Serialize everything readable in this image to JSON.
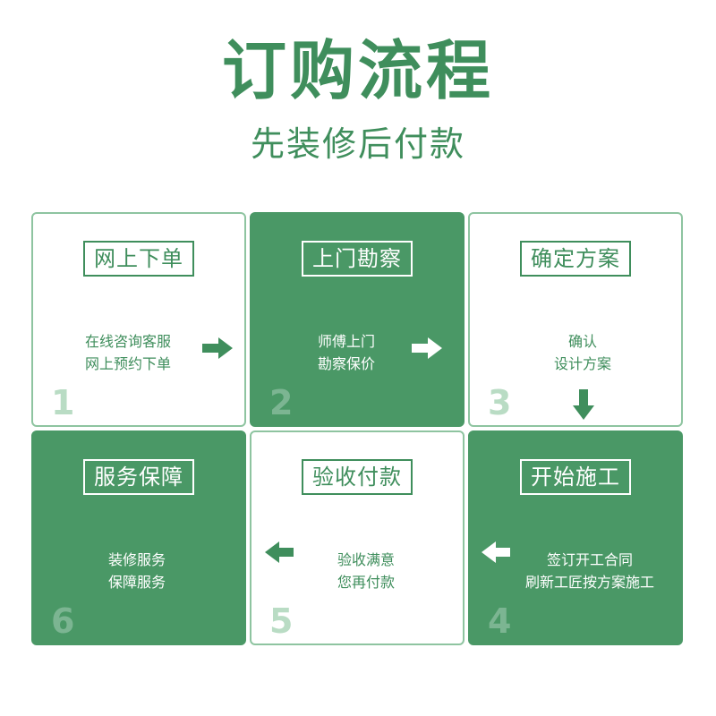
{
  "header": {
    "title": "订购流程",
    "subtitle": "先装修后付款"
  },
  "colors": {
    "primary_green": "#3f8e5c",
    "card_green": "#4a9866",
    "light_border": "#8ec4a0",
    "white": "#ffffff"
  },
  "steps": [
    {
      "num": "1",
      "title": "网上下单",
      "line1": "在线咨询客服",
      "line2": "网上预约下单",
      "arrow": "right-arrow-icon"
    },
    {
      "num": "2",
      "title": "上门勘察",
      "line1": "师傅上门",
      "line2": "勘察保价",
      "arrow": "right-arrow-icon"
    },
    {
      "num": "3",
      "title": "确定方案",
      "line1": "确认",
      "line2": "设计方案",
      "arrow": "down-arrow-icon"
    },
    {
      "num": "4",
      "title": "开始施工",
      "line1": "签订开工合同",
      "line2": "刷新工匠按方案施工",
      "arrow": "left-arrow-icon"
    },
    {
      "num": "5",
      "title": "验收付款",
      "line1": "验收满意",
      "line2": "您再付款",
      "arrow": "left-arrow-icon"
    },
    {
      "num": "6",
      "title": "服务保障",
      "line1": "装修服务",
      "line2": "保障服务"
    }
  ]
}
